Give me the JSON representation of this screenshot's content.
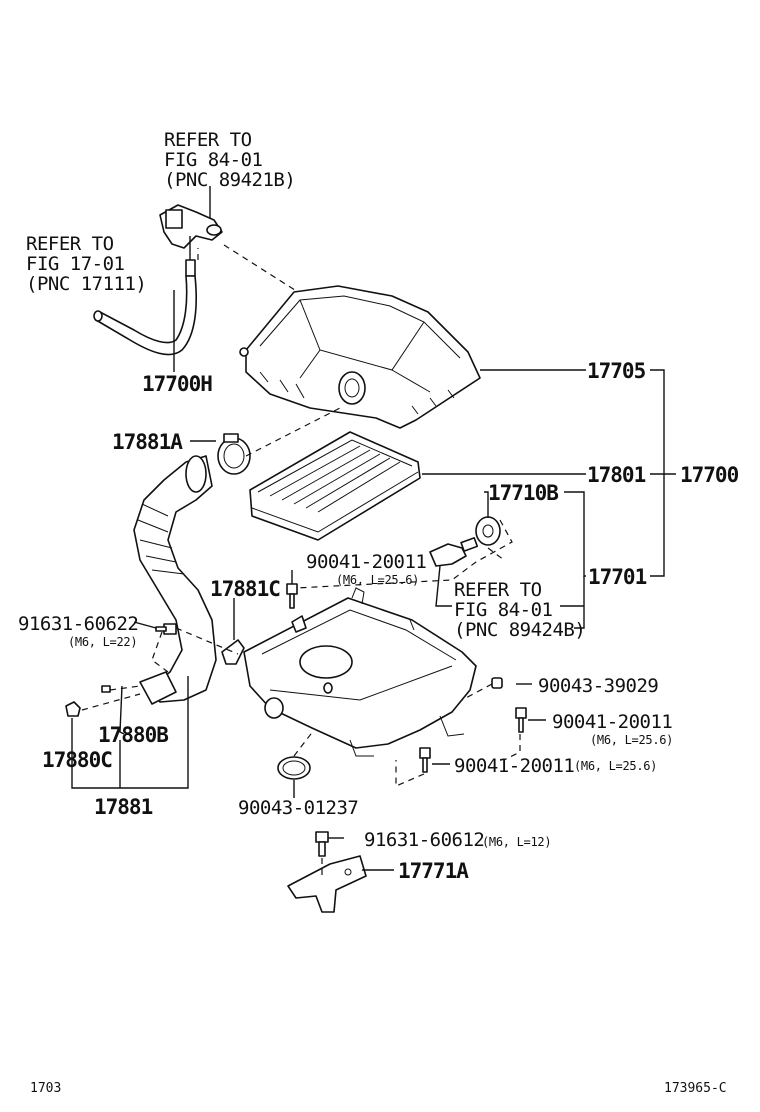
{
  "refs": {
    "ref_a": [
      "REFER TO",
      "FIG 84-01",
      "(PNC 89421B)"
    ],
    "ref_b": [
      "REFER TO",
      "FIG 17-01",
      "(PNC 17111)"
    ],
    "ref_c": [
      "REFER TO",
      "FIG 84-01",
      "(PNC 89424B)"
    ]
  },
  "parts": {
    "p17700H": "17700H",
    "p17881A": "17881A",
    "p17705": "17705",
    "p17801": "17801",
    "p17700": "17700",
    "p17710B": "17710B",
    "p17701": "17701",
    "p90041_20011_a": "90041-20011",
    "p90041_20011_a_spec": "(M6, L=25.6)",
    "p17881C": "17881C",
    "p91631_60622": "91631-60622",
    "p91631_60622_spec": "(M6, L=22)",
    "p90043_39029": "90043-39029",
    "p90041_20011_b": "90041-20011",
    "p90041_20011_b_spec": "(M6, L=25.6)",
    "p90041_20011_c": "90041-20011",
    "p90041_20011_c_spec": "(M6, L=25.6)",
    "p17880B": "17880B",
    "p17880C": "17880C",
    "p17881": "17881",
    "p90043_01237": "90043-01237",
    "p91631_60612": "91631-60612",
    "p91631_60612_spec": "(M6, L=12)",
    "p17771A": "17771A"
  },
  "footer": {
    "left": "1703",
    "right": "173965-C"
  }
}
